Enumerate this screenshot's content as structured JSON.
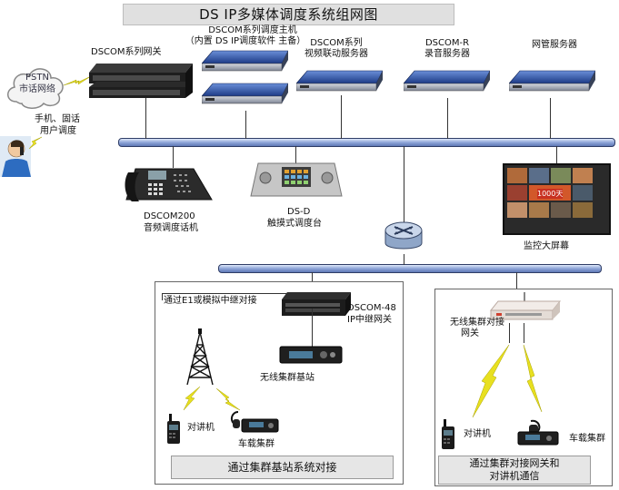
{
  "title": "DS IP多媒体调度系统组网图",
  "pstn": {
    "line1": "PSTN",
    "line2": "市话网络"
  },
  "mobile_label": {
    "line1": "手机、固话",
    "line2": "用户调度"
  },
  "gateway_label": "DSCOM系列网关",
  "dispatch_host": {
    "line1": "DSCOM系列调度主机",
    "line2": "（内置 DS IP调度软件 主备）"
  },
  "video_server": {
    "line1": "DSCOM系列",
    "line2": "视频联动服务器"
  },
  "record_server": {
    "line1": "DSCOM-R",
    "line2": "录音服务器"
  },
  "nms_server": "网管服务器",
  "phone": {
    "line1": "DSCOM200",
    "line2": "音频调度话机"
  },
  "console": {
    "line1": "DS-D",
    "line2": "触摸式调度台"
  },
  "screen": {
    "label": "监控大屏幕",
    "overlay": "1000天"
  },
  "left_area": {
    "trunk_text": "通过E1或模拟中继对接",
    "gw48": {
      "line1": "DSCOM-48",
      "line2": "IP中继网关"
    },
    "base_station": "无线集群基站",
    "walkie": "对讲机",
    "vehicle": "车载集群",
    "caption": "通过集群基站系统对接"
  },
  "right_area": {
    "gateway": {
      "line1": "无线集群对接",
      "line2": "网关"
    },
    "walkie": "对讲机",
    "vehicle": "车载集群",
    "caption": {
      "line1": "通过集群对接网关和",
      "line2": "对讲机通信"
    }
  },
  "colors": {
    "bus": "#8ea5d8",
    "server": "#1f3e8a",
    "lightning": "#e8e020"
  }
}
